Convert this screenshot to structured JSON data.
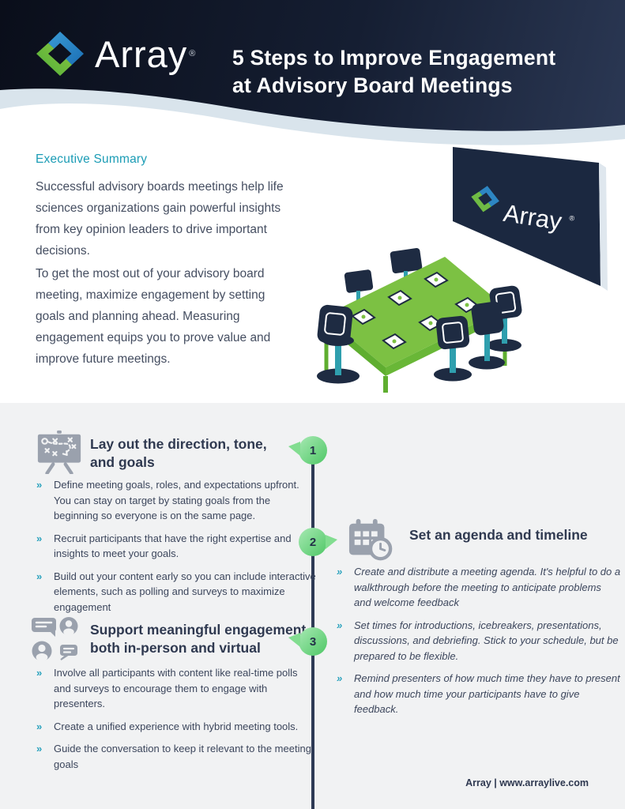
{
  "header": {
    "brand": "Array",
    "brand_reg": "®",
    "title_line1": "5 Steps to Improve Engagement",
    "title_line2": "at Advisory Board Meetings"
  },
  "summary": {
    "heading": "Executive Summary",
    "paragraph1": "Successful advisory boards meetings help life sciences organizations gain powerful insights from key opinion leaders to drive important decisions.",
    "paragraph2": "To get the most out of your advisory board meeting, maximize engagement by setting goals and planning ahead. Measuring engagement equips you to prove value and improve future meetings."
  },
  "illustration": {
    "screen_brand": "Array",
    "screen_brand_reg": "®"
  },
  "ui": {
    "bullet_glyph": "»"
  },
  "steps": [
    {
      "number": "1",
      "icon": "strategy-board-icon",
      "title_line1": "Lay out the direction, tone,",
      "title_line2": "and goals",
      "bullets": [
        "Define meeting goals, roles, and expectations upfront. You can stay on target by stating goals from the beginning so everyone is on the same page.",
        "Recruit participants that have the right expertise and insights to meet your goals.",
        "Build out your content early so you can include interactive elements, such as polling and surveys to maximize engagement"
      ]
    },
    {
      "number": "2",
      "icon": "calendar-clock-icon",
      "title_line1": "Set an agenda and timeline",
      "title_line2": "",
      "bullets": [
        "Create and distribute a meeting agenda. It's helpful to do a walkthrough before the meeting to anticipate problems and welcome feedback",
        "Set times for introductions, icebreakers, presentations, discussions, and debriefing. Stick to your schedule, but be prepared to be flexible.",
        "Remind presenters of how much time they have to present and how much time your participants have to give feedback."
      ]
    },
    {
      "number": "3",
      "icon": "people-chat-icon",
      "title_line1": "Support meaningful engagement,",
      "title_line2": "both in-person and virtual",
      "bullets": [
        "Involve all participants with content like real-time polls and surveys to encourage them to engage with presenters.",
        "Create a unified experience with hybrid meeting tools.",
        "Guide the conversation to keep it relevant to the meeting goals"
      ]
    }
  ],
  "footer": {
    "text": "Array | www.arraylive.com"
  },
  "colors": {
    "teal": "#1B9CB5",
    "navy": "#1E2A40",
    "green": "#7CC143",
    "header_dark": "#131C2E",
    "band": "#D9E4EC",
    "section_bg": "#F1F2F3",
    "marker_green_light": "#A7E9B3",
    "marker_green_dark": "#4EC765"
  }
}
